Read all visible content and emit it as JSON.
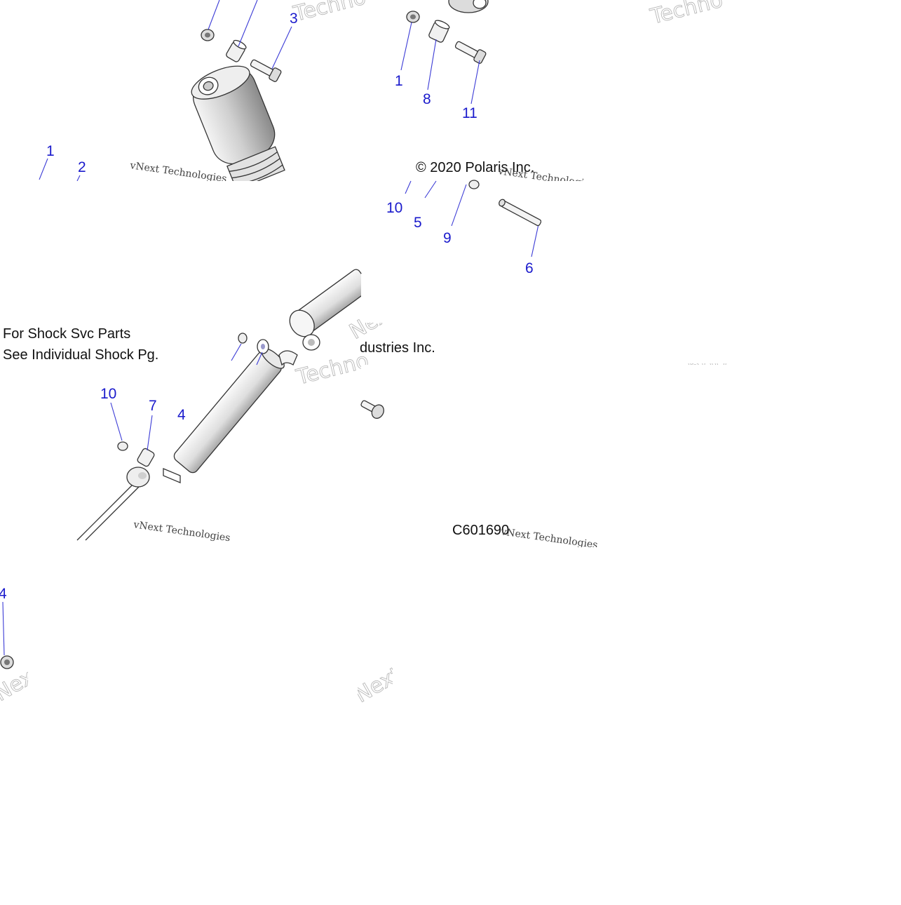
{
  "diagram": {
    "type": "exploded-parts-diagram",
    "notes": {
      "shock_svc_line1": "For Shock Svc Parts",
      "shock_svc_line2": "See Individual Shock Pg.",
      "copyright": "© 2020 Polaris Inc.",
      "industries_fragment": "dustries Inc.",
      "drawing_number": "C601690"
    },
    "watermark": {
      "brand_big": "Techno",
      "brand_small": "vNext Technologies",
      "fragment_next": "Next"
    },
    "callouts": {
      "c1_top": "1",
      "c8": "8",
      "c11": "11",
      "c3": "3",
      "c1_left": "1",
      "c2": "2",
      "c10_right": "10",
      "c5": "5",
      "c9": "9",
      "c6": "6",
      "c10_left": "10",
      "c7": "7",
      "c4": "4",
      "c4_partial": "4"
    },
    "colors": {
      "callout_text": "#1a1acc",
      "leader_line": "#3c3cd6",
      "part_outline": "#333333",
      "part_fill_light": "#f2f2f2",
      "part_fill_dark": "#9a9a9a",
      "watermark_outline": "#b8b8b8"
    }
  }
}
